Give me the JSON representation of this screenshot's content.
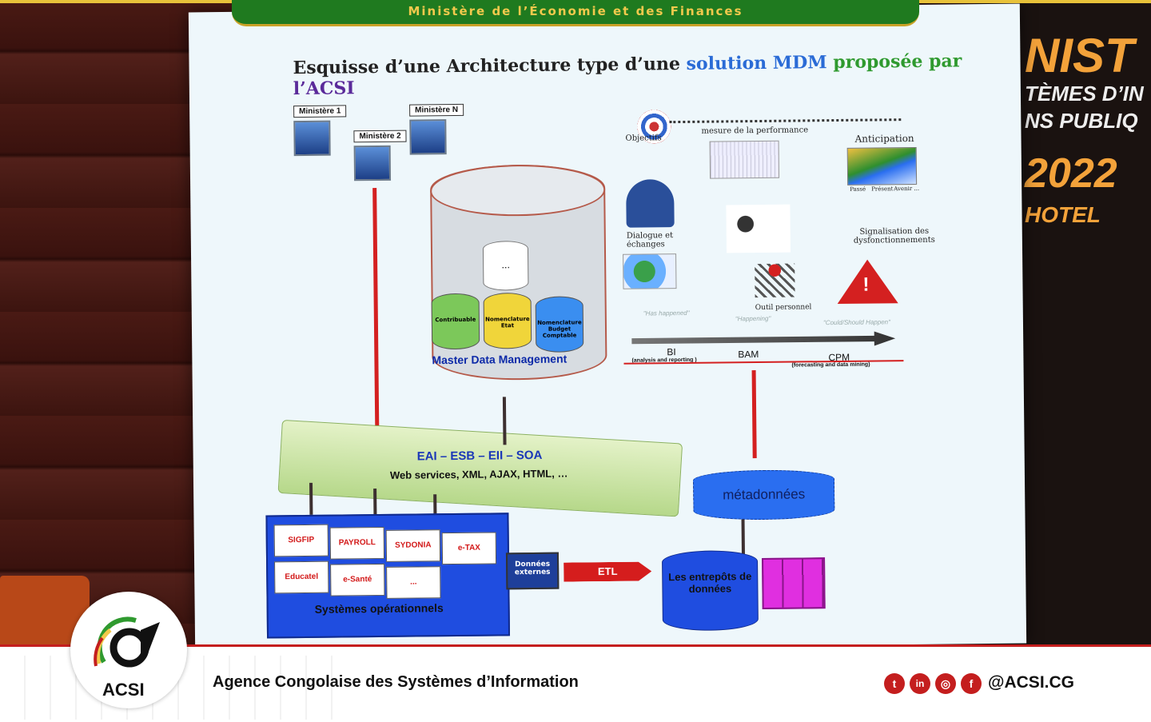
{
  "banner": {
    "title": "Ministère de l’Économie et des Finances"
  },
  "slide": {
    "title_part1": "Esquisse d’une Architecture type d’une ",
    "title_part2": "solution MDM",
    "title_part3": " proposée par ",
    "title_part4": "l’ACSI",
    "ministries": [
      "Ministère 1",
      "Ministère 2",
      "Ministère N"
    ],
    "mdm": {
      "ellipsis": "...",
      "label": "Master Data Management",
      "cylinders": [
        "Contribuable",
        "Nomenclature Etat",
        "Nomenclature Budget Comptable"
      ]
    },
    "right": {
      "objective": "Objectifs",
      "performance": "mesure de la performance",
      "anticipation": "Anticipation",
      "time_labels": [
        "Passé",
        "Présent",
        "Avenir ..."
      ],
      "dialogue": "Dialogue et échanges",
      "signalisation": "Signalisation des dysfonctionnements",
      "outil": "Outil personnel"
    },
    "bi": {
      "ghost": [
        "\"Has happened\"",
        "\"Happening\"",
        "\"Could/Should Happen\""
      ],
      "labels": [
        "BI",
        "BAM",
        "CPM"
      ],
      "bi_sub": "(analysis and reporting )",
      "cpm_sub": "(forecasting and data mining)"
    },
    "eai": {
      "title": "EAI – ESB – EII – SOA",
      "subtitle": "Web services, XML, AJAX, HTML, …"
    },
    "meta": "métadonnées",
    "ops": {
      "items": [
        "SIGFIP",
        "PAYROLL",
        "SYDONIA",
        "e-TAX",
        "Educatel",
        "e-Santé",
        "..."
      ],
      "label": "Systèmes opérationnels"
    },
    "external": "Données externes",
    "etl": "ETL",
    "warehouse": "Les entrepôts de données"
  },
  "right_sign": {
    "line1": "NIST",
    "line2": "TÈMES D’IN",
    "line3": "NS PUBLIQ",
    "year": "2022",
    "hotel": "HOTEL"
  },
  "footer": {
    "logo_text": "ACSI",
    "agency": "Agence Congolaise des Systèmes d’Information",
    "social": [
      "twitter",
      "linkedin",
      "instagram",
      "facebook"
    ],
    "social_glyphs": [
      "t",
      "in",
      "◎",
      "f"
    ],
    "handle": "@ACSI.CG"
  },
  "colors": {
    "accent_red": "#c41e1e",
    "banner_green": "#1f7a1f",
    "banner_gold": "#f2c94c"
  }
}
